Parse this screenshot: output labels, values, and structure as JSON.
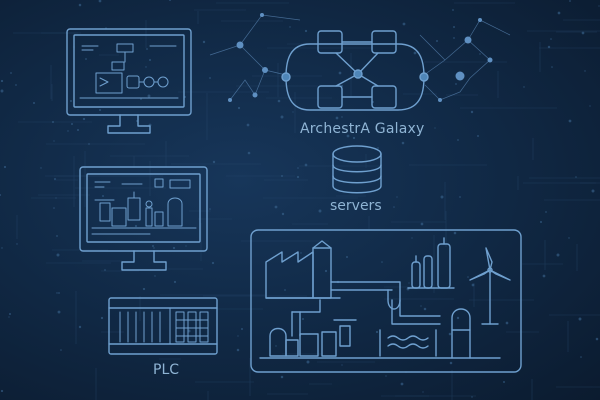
{
  "labels": {
    "galaxy": "ArchestrA Galaxy",
    "servers": "servers",
    "plc": "PLC"
  },
  "colors": {
    "background": "#112a47",
    "stroke": "#6fa0cf",
    "node": "#4f86b8",
    "label": "#8fb4d4"
  },
  "icons": [
    "monitor-icon",
    "monitor-icon",
    "server-database-icon",
    "plc-icon",
    "factory-icon",
    "wind-turbine-icon",
    "network-nodes-icon"
  ]
}
